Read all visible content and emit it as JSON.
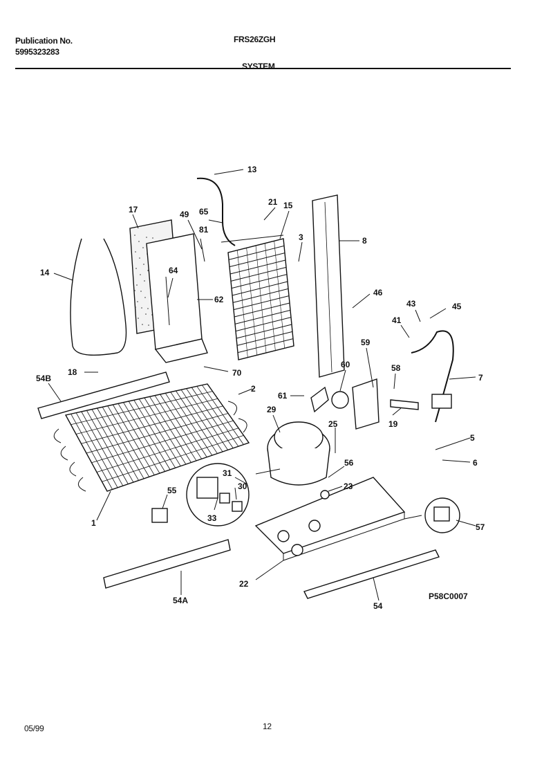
{
  "header": {
    "publication_label": "Publication No.",
    "publication_number": "5995323283",
    "model": "FRS26ZGH",
    "section": "SYSTEM"
  },
  "diagram": {
    "callouts": [
      "13",
      "17",
      "49",
      "65",
      "21",
      "15",
      "81",
      "3",
      "8",
      "14",
      "64",
      "62",
      "46",
      "43",
      "45",
      "41",
      "59",
      "58",
      "60",
      "7",
      "18",
      "70",
      "54B",
      "2",
      "61",
      "29",
      "19",
      "25",
      "5",
      "6",
      "31",
      "56",
      "55",
      "30",
      "23",
      "1",
      "33",
      "57",
      "22",
      "54A",
      "54"
    ],
    "figure_code": "P58C0007"
  },
  "footer": {
    "date": "05/99",
    "page": "12"
  }
}
